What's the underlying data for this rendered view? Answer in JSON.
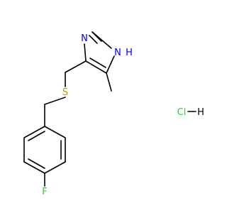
{
  "atoms": {
    "n3": {
      "symbol": "N",
      "color": "#0000ff"
    },
    "n1": {
      "symbol": "N",
      "color": "#0000ff"
    },
    "n1h": {
      "symbol": "H",
      "color": "#0000ff"
    },
    "sulfur": {
      "symbol": "S",
      "color": "#b5a000"
    },
    "fluorine": {
      "symbol": "F",
      "color": "#33cc33"
    },
    "chlorine": {
      "symbol": "Cl",
      "color": "#33cc33"
    },
    "hcl_h": {
      "symbol": "H",
      "color": "#000000"
    }
  },
  "bond_color": "#000000"
}
